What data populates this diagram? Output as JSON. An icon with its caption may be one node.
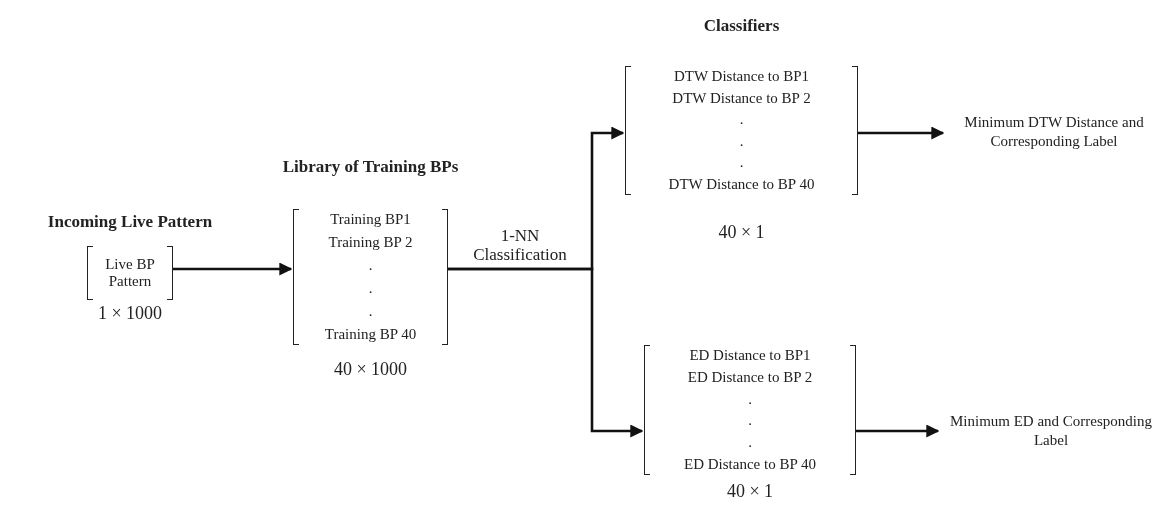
{
  "diagram": {
    "nodes": [
      {
        "text": [
          "Incoming Live Pattern",
          "Live BP Pattern"
        ],
        "beside": [
          "1 × 1000"
        ]
      },
      {
        "text": [
          "Library of Training BPs",
          "Training BP1",
          "Training BP 2",
          ".",
          ".",
          ".",
          "Training BP 40"
        ],
        "beside": [
          "40 × 1000"
        ]
      },
      {
        "text": [
          "Classifiers",
          "DTW Distance to BP1",
          "DTW Distance to BP 2",
          ".",
          ".",
          ".",
          "DTW Distance to BP 40"
        ],
        "beside": [
          "40 × 1"
        ]
      },
      {
        "text": [
          "ED Distance to BP1",
          "ED Distance to BP 2",
          ".",
          ".",
          ".",
          "ED Distance to BP 40"
        ],
        "beside": [
          "40 × 1"
        ]
      },
      {
        "text": [
          "Minimum DTW Distance and Corresponding Label"
        ]
      },
      {
        "text": [
          "Minimum ED and Corresponding Label"
        ]
      }
    ],
    "edges": [
      {
        "from": 0,
        "to": 1,
        "arrow": "to"
      },
      {
        "from": 1,
        "to": 2,
        "arrow": "to",
        "label": "1-NN Classification"
      },
      {
        "from": 1,
        "to": 3,
        "arrow": "to"
      },
      {
        "from": 2,
        "to": 4,
        "arrow": "to"
      },
      {
        "from": 3,
        "to": 5,
        "arrow": "to"
      }
    ]
  }
}
